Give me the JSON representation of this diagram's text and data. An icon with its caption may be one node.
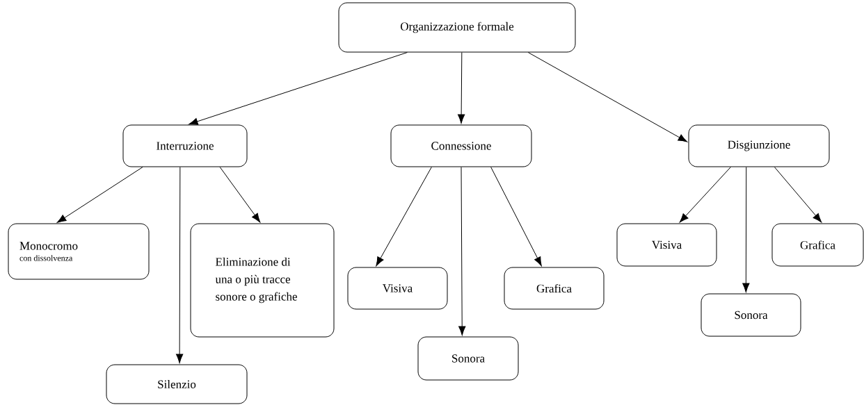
{
  "diagram": {
    "nodes": [
      {
        "text": [
          "Organizzazione formale"
        ]
      },
      {
        "text": [
          "Interruzione"
        ]
      },
      {
        "text": [
          "Connessione"
        ]
      },
      {
        "text": [
          "Disgiunzione"
        ]
      },
      {
        "text": [
          "Monocromo",
          "con dissolvenza"
        ]
      },
      {
        "text": [
          "Eliminazione di una o più tracce sonore o grafiche"
        ]
      },
      {
        "text": [
          "Silenzio"
        ]
      },
      {
        "text": [
          "Visiva"
        ]
      },
      {
        "text": [
          "Sonora"
        ]
      },
      {
        "text": [
          "Grafica"
        ]
      },
      {
        "text": [
          "Visiva"
        ]
      },
      {
        "text": [
          "Sonora"
        ]
      },
      {
        "text": [
          "Grafica"
        ]
      }
    ],
    "edges": [
      {
        "from": 0,
        "to": 1,
        "arrow": "to"
      },
      {
        "from": 0,
        "to": 2,
        "arrow": "to"
      },
      {
        "from": 0,
        "to": 3,
        "arrow": "to"
      },
      {
        "from": 1,
        "to": 4,
        "arrow": "to"
      },
      {
        "from": 1,
        "to": 6,
        "arrow": "to"
      },
      {
        "from": 1,
        "to": 5,
        "arrow": "to"
      },
      {
        "from": 2,
        "to": 7,
        "arrow": "to"
      },
      {
        "from": 2,
        "to": 8,
        "arrow": "to"
      },
      {
        "from": 2,
        "to": 9,
        "arrow": "to"
      },
      {
        "from": 3,
        "to": 10,
        "arrow": "to"
      },
      {
        "from": 3,
        "to": 11,
        "arrow": "to"
      },
      {
        "from": 3,
        "to": 12,
        "arrow": "to"
      }
    ]
  }
}
